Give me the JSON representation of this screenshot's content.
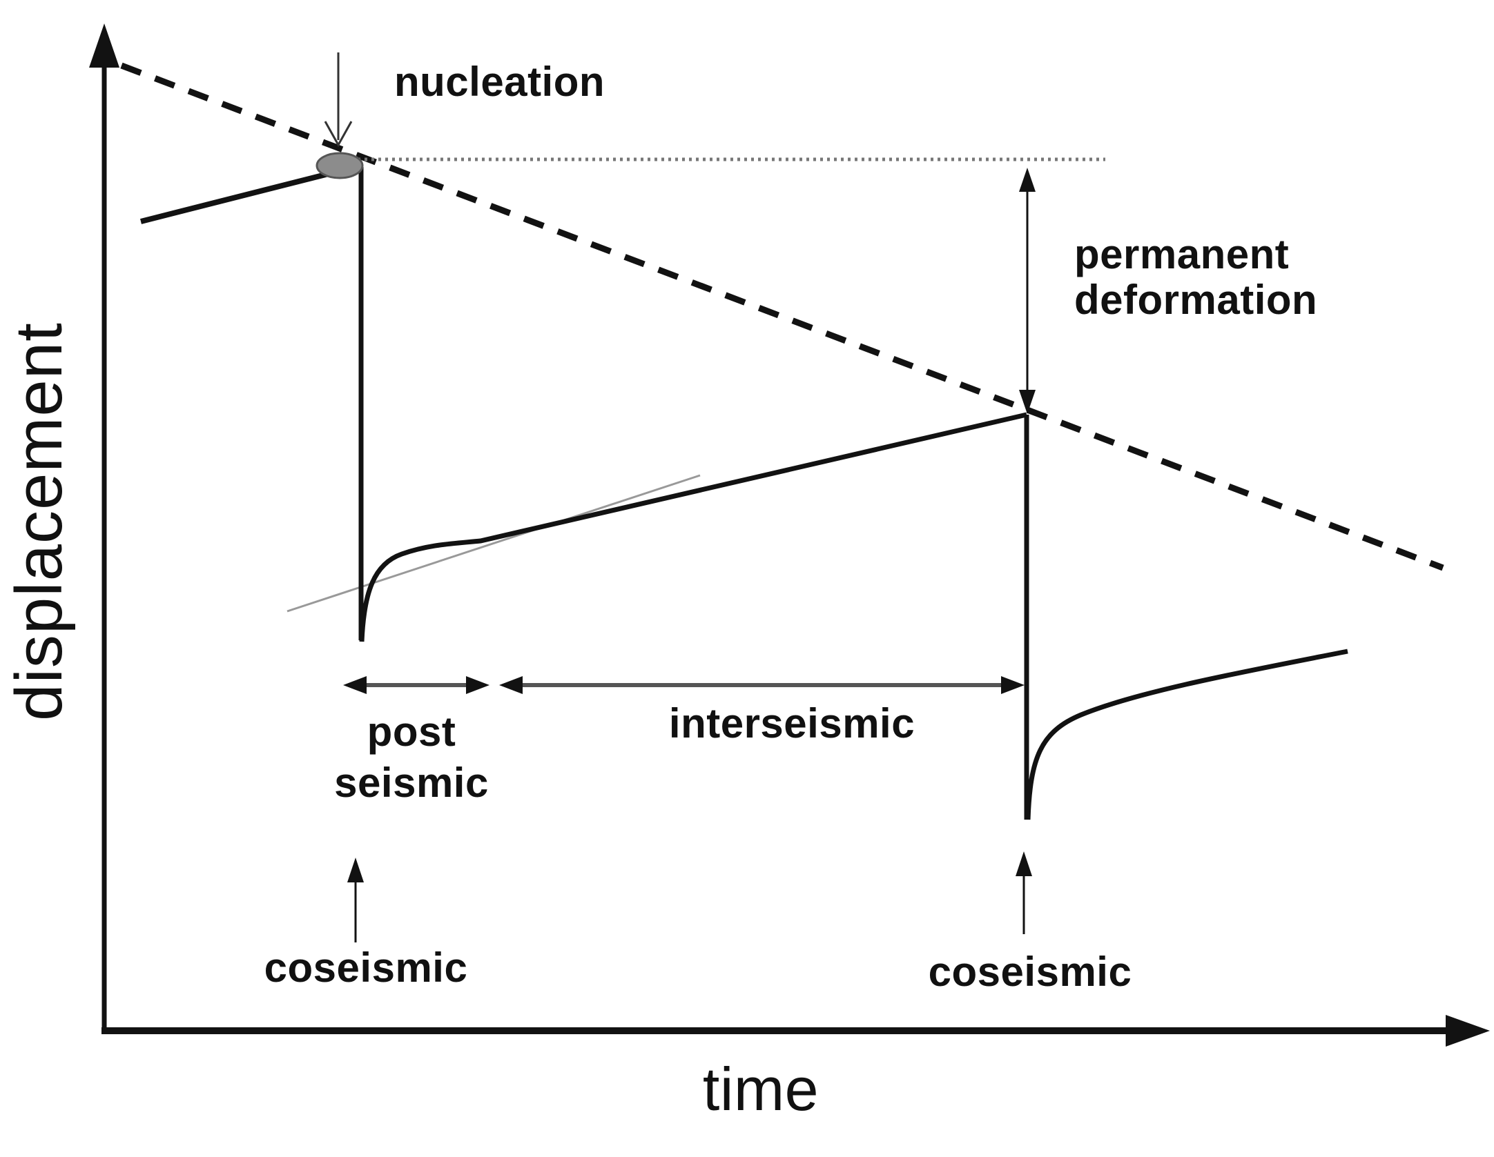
{
  "figure": {
    "background": "#ffffff",
    "ink_color": "#121212",
    "gray_marker_fill": "#8c8c8c",
    "gray_marker_stroke": "#555555",
    "gray_line_color": "#999999",
    "dotted_line_color": "#777777",
    "span_arrow_color": "#555555"
  },
  "axes": {
    "y_label": "displacement",
    "x_label": "time"
  },
  "labels": {
    "nucleation": "nucleation",
    "permanent_deformation_line1": "permanent",
    "permanent_deformation_line2": "deformation",
    "post_seismic_line1": "post",
    "post_seismic_line2": "seismic",
    "interseismic": "interseismic",
    "coseismic_first": "coseismic",
    "coseismic_second": "coseismic"
  }
}
